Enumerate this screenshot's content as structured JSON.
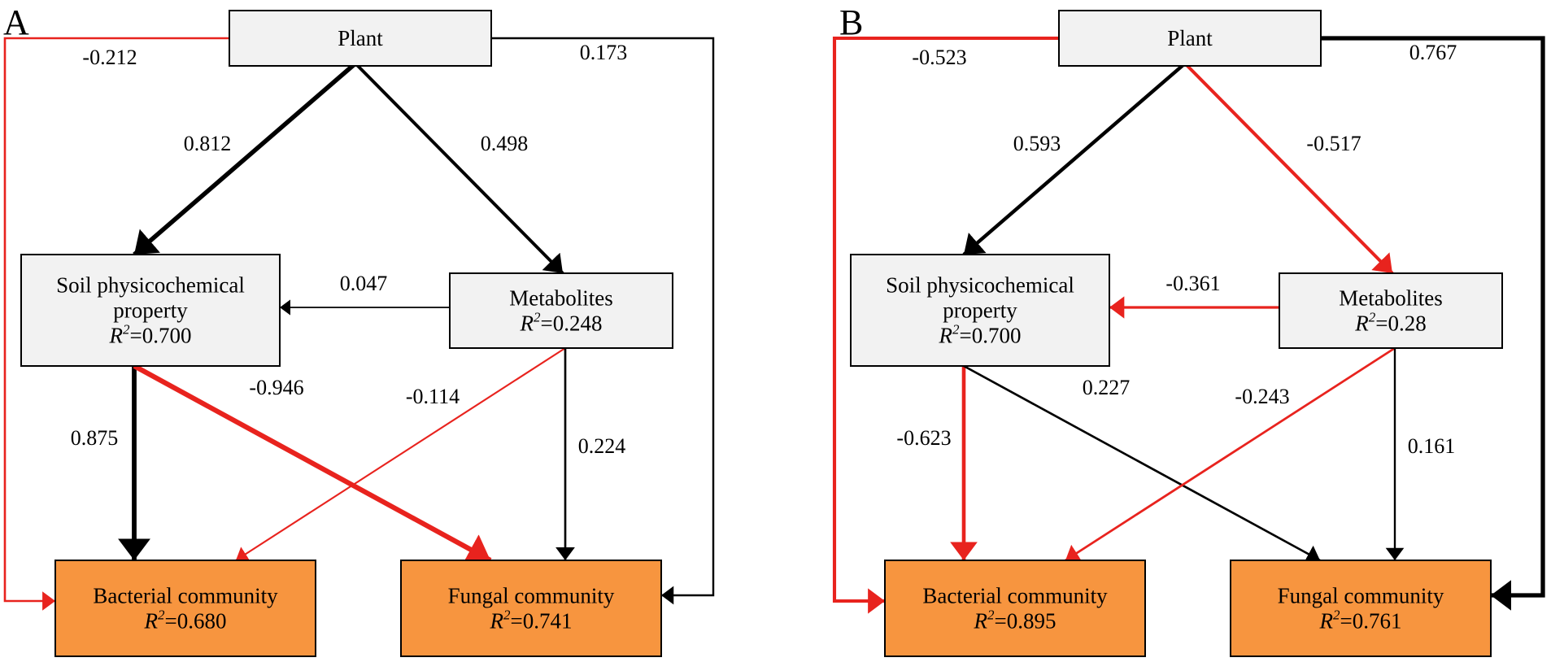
{
  "panels": [
    {
      "letter": "A",
      "nodes": {
        "plant": {
          "lines": [
            "Plant"
          ],
          "r2": ""
        },
        "soil": {
          "lines": [
            "Soil physicochemical",
            "property"
          ],
          "r2": "0.700"
        },
        "metabolites": {
          "lines": [
            "Metabolites"
          ],
          "r2": "0.248"
        },
        "bacterial": {
          "lines": [
            "Bacterial community"
          ],
          "r2": "0.680"
        },
        "fungal": {
          "lines": [
            "Fungal community"
          ],
          "r2": "0.741"
        }
      },
      "paths": [
        {
          "from": "plant",
          "to": "soil",
          "coefficient": "0.812",
          "sign": "positive",
          "strength": 0.812
        },
        {
          "from": "plant",
          "to": "metabolites",
          "coefficient": "0.498",
          "sign": "positive",
          "strength": 0.498
        },
        {
          "from": "plant",
          "to": "bacterial",
          "coefficient": "-0.212",
          "sign": "negative",
          "strength": 0.212
        },
        {
          "from": "plant",
          "to": "fungal",
          "coefficient": "0.173",
          "sign": "positive",
          "strength": 0.173
        },
        {
          "from": "metabolites",
          "to": "soil",
          "coefficient": "0.047",
          "sign": "positive",
          "strength": 0.047
        },
        {
          "from": "soil",
          "to": "bacterial",
          "coefficient": "0.875",
          "sign": "positive",
          "strength": 0.875
        },
        {
          "from": "soil",
          "to": "fungal",
          "coefficient": "-0.946",
          "sign": "negative",
          "strength": 0.946
        },
        {
          "from": "metabolites",
          "to": "bacterial",
          "coefficient": "-0.114",
          "sign": "negative",
          "strength": 0.114
        },
        {
          "from": "metabolites",
          "to": "fungal",
          "coefficient": "0.224",
          "sign": "positive",
          "strength": 0.224
        }
      ]
    },
    {
      "letter": "B",
      "nodes": {
        "plant": {
          "lines": [
            "Plant"
          ],
          "r2": ""
        },
        "soil": {
          "lines": [
            "Soil physicochemical",
            "property"
          ],
          "r2": "0.700"
        },
        "metabolites": {
          "lines": [
            "Metabolites"
          ],
          "r2": "0.28"
        },
        "bacterial": {
          "lines": [
            "Bacterial community"
          ],
          "r2": "0.895"
        },
        "fungal": {
          "lines": [
            "Fungal community"
          ],
          "r2": "0.761"
        }
      },
      "paths": [
        {
          "from": "plant",
          "to": "soil",
          "coefficient": "0.593",
          "sign": "positive",
          "strength": 0.593
        },
        {
          "from": "plant",
          "to": "metabolites",
          "coefficient": "-0.517",
          "sign": "negative",
          "strength": 0.517
        },
        {
          "from": "plant",
          "to": "bacterial",
          "coefficient": "-0.523",
          "sign": "negative",
          "strength": 0.523
        },
        {
          "from": "plant",
          "to": "fungal",
          "coefficient": "0.767",
          "sign": "positive",
          "strength": 0.767
        },
        {
          "from": "metabolites",
          "to": "soil",
          "coefficient": "-0.361",
          "sign": "negative",
          "strength": 0.361
        },
        {
          "from": "soil",
          "to": "bacterial",
          "coefficient": "-0.623",
          "sign": "negative",
          "strength": 0.623
        },
        {
          "from": "soil",
          "to": "fungal",
          "coefficient": "0.227",
          "sign": "positive",
          "strength": 0.227
        },
        {
          "from": "metabolites",
          "to": "bacterial",
          "coefficient": "-0.243",
          "sign": "negative",
          "strength": 0.243
        },
        {
          "from": "metabolites",
          "to": "fungal",
          "coefficient": "0.161",
          "sign": "positive",
          "strength": 0.161
        }
      ]
    }
  ],
  "r2_symbol": "R",
  "r2_superscript": "2",
  "colors": {
    "positive": "#000000",
    "negative": "#e8231e",
    "predictor_fill": "#f2f2f2",
    "response_fill": "#f7953f",
    "border": "#000000"
  }
}
